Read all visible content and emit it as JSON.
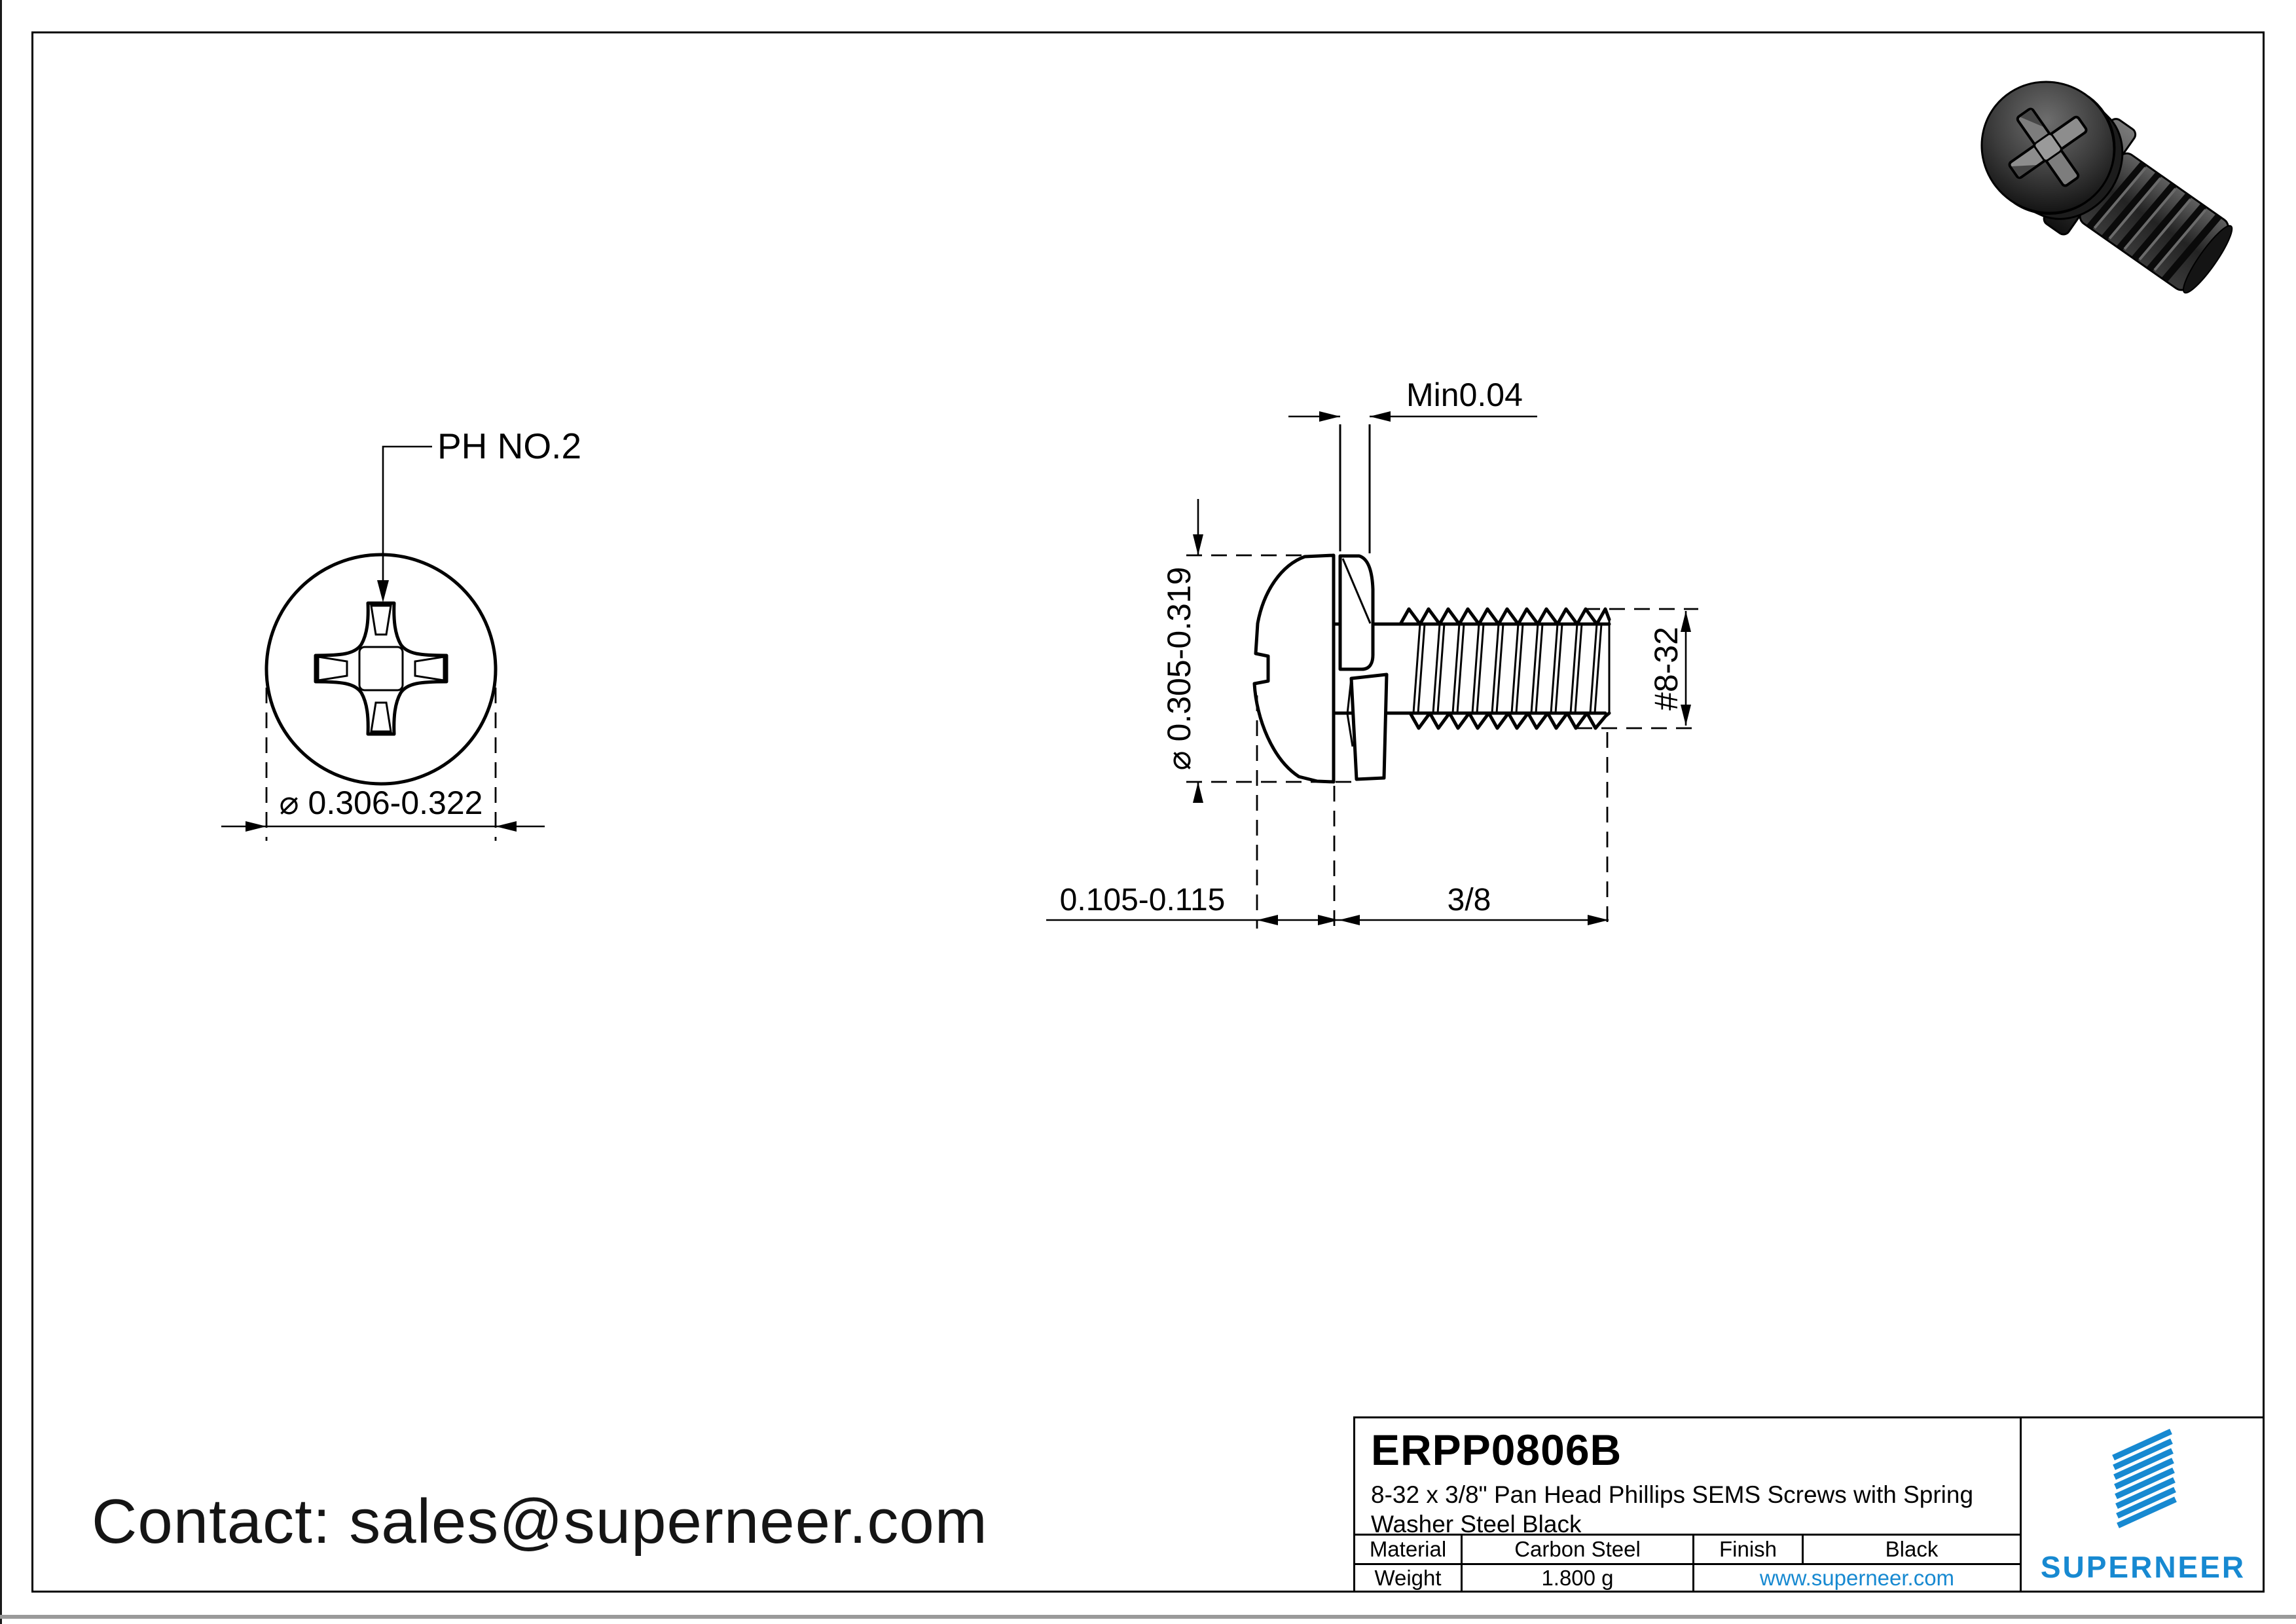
{
  "contact": {
    "text": "Contact: sales@superneer.com"
  },
  "front_view": {
    "callout": "PH NO.2",
    "diameter": "⌀ 0.306-0.322"
  },
  "side_view": {
    "washer_thickness": "Min0.04",
    "head_diameter": "⌀ 0.305-0.319",
    "thread_spec": "#8-32",
    "head_height": "0.105-0.115",
    "length": "3/8"
  },
  "title_block": {
    "part_number": "ERPP0806B",
    "description_line1": "8-32 x 3/8\" Pan Head Phillips SEMS Screws with Spring",
    "description_line2": "Washer Steel Black",
    "material_label": "Material",
    "material_value": "Carbon Steel",
    "finish_label": "Finish",
    "finish_value": "Black",
    "weight_label": "Weight",
    "weight_value": "1.800 g",
    "website": "www.superneer.com",
    "brand": "SUPERNEER",
    "accent_color": "#1789d1"
  }
}
